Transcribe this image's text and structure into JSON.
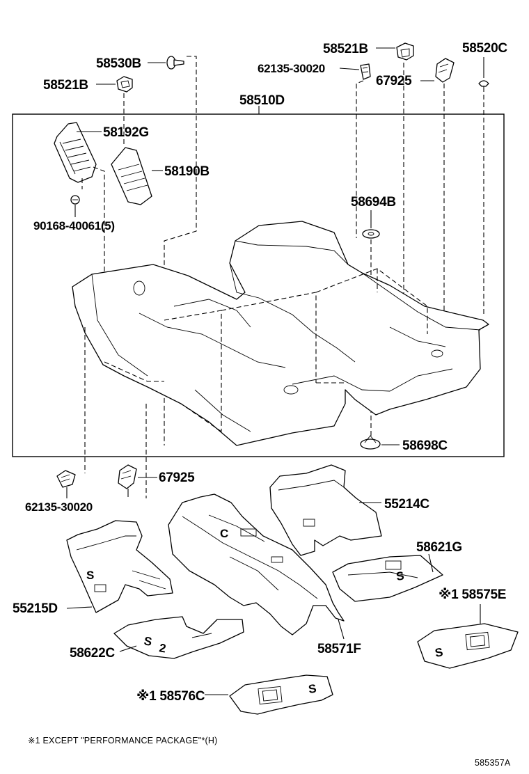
{
  "labels": {
    "p58530B": "58530B",
    "p58521B_top": "58521B",
    "p58521B_left": "58521B",
    "p62135_top": "62135-30020",
    "p58520C": "58520C",
    "p67925_top": "67925",
    "p58510D": "58510D",
    "p58192G": "58192G",
    "p58190B": "58190B",
    "p90168": "90168-40061(5)",
    "p58694B": "58694B",
    "p58698C": "58698C",
    "p62135_bottom": "62135-30020",
    "p67925_bottom": "67925",
    "p55214C": "55214C",
    "p58621G": "58621G",
    "p58575E": "※1 58575E",
    "p55215D": "55215D",
    "p58622C": "58622C",
    "p58571F": "58571F",
    "p58576C": "※1 58576C"
  },
  "footnote": "※1 EXCEPT \"PERFORMANCE PACKAGE\"*(H)",
  "drawing_number": "585357A"
}
